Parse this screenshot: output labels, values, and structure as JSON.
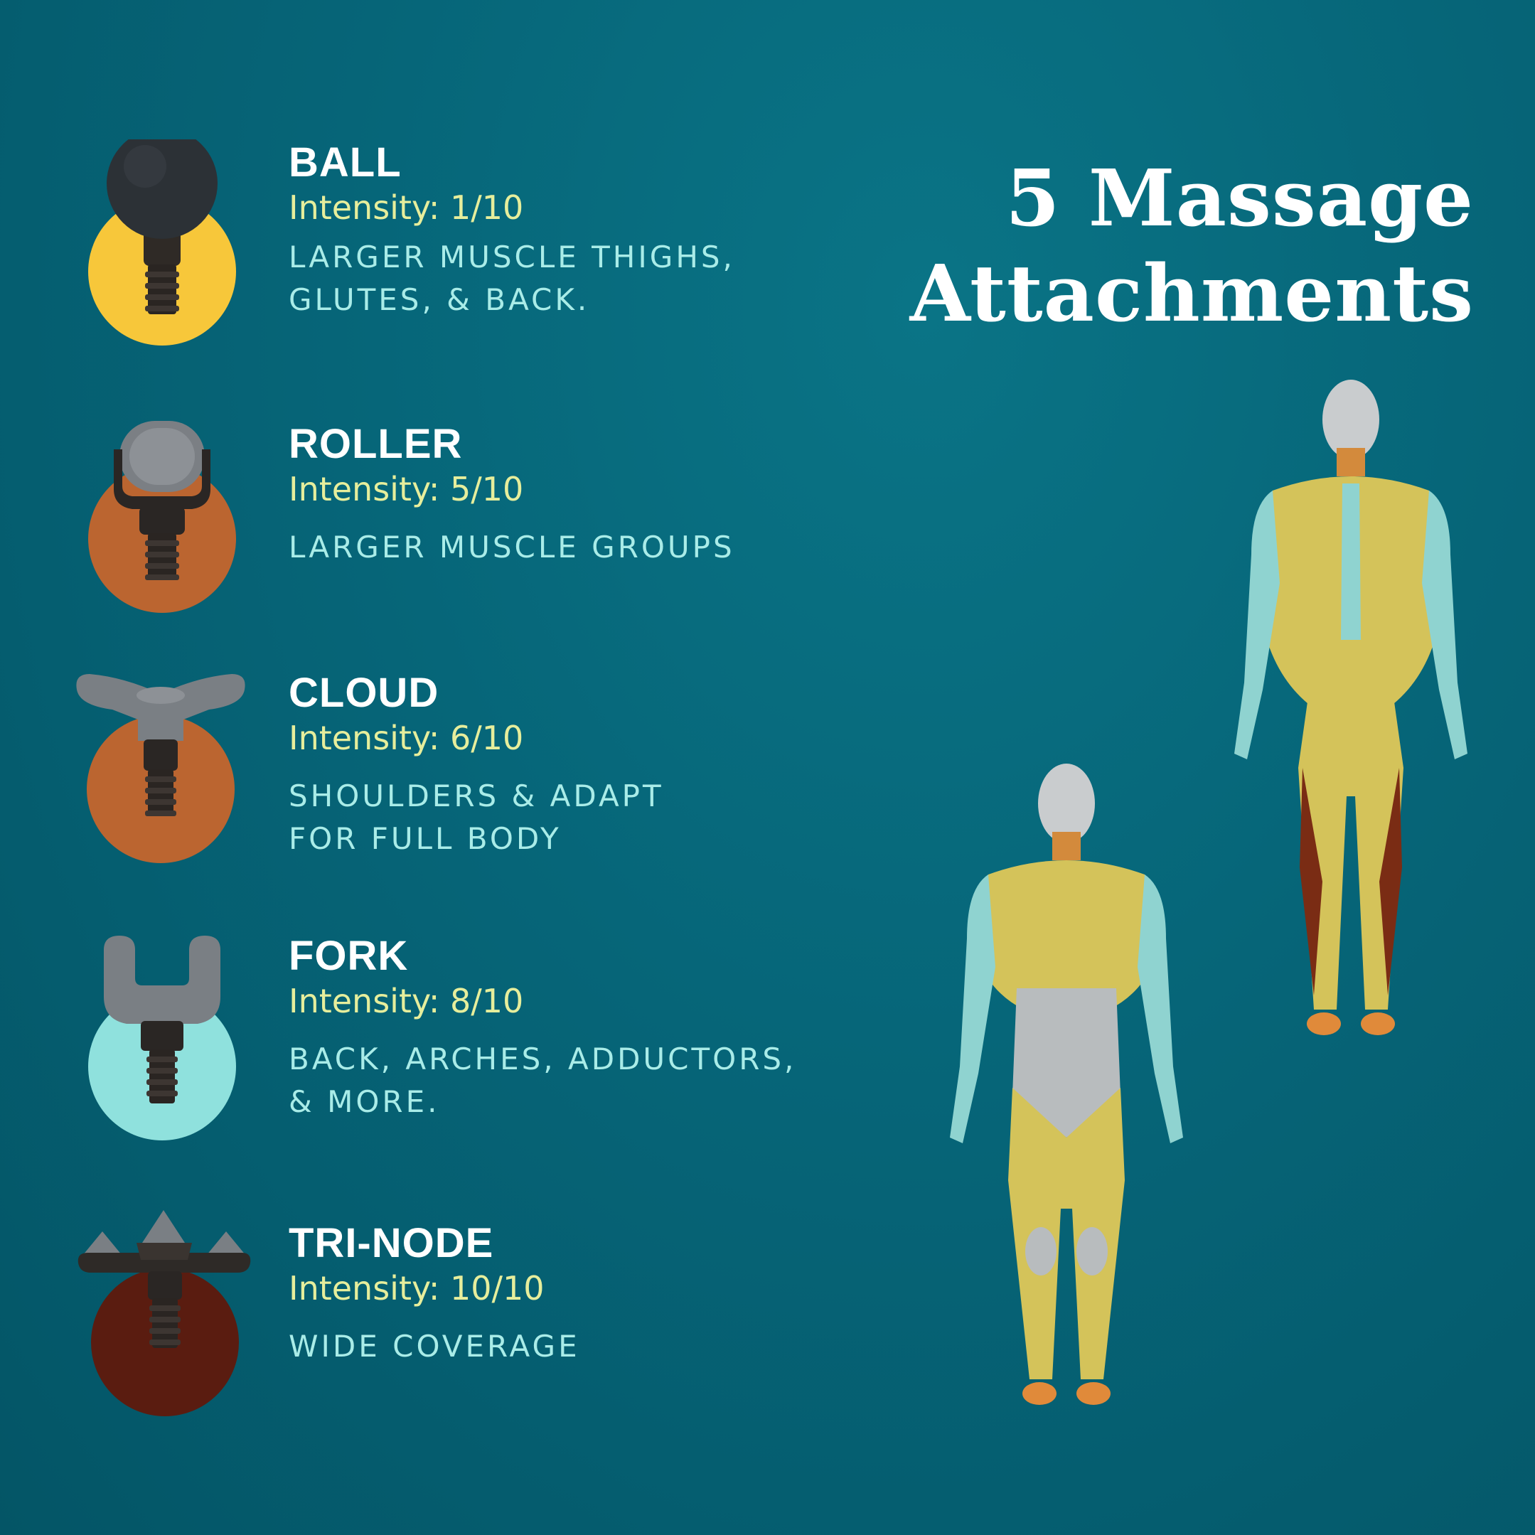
{
  "title": {
    "line1": "5 Massage",
    "line2": "Attachments"
  },
  "attachments": [
    {
      "name": "BALL",
      "intensity": "Intensity: 1/10",
      "description": "LARGER MUSCLE THIGHS,\nGLUTES, & BACK.",
      "circle_color": "#f7c73a",
      "icon": "ball-attachment-icon"
    },
    {
      "name": "ROLLER",
      "intensity": "Intensity: 5/10",
      "description": "LARGER MUSCLE GROUPS",
      "circle_color": "#bb6530",
      "icon": "roller-attachment-icon"
    },
    {
      "name": "CLOUD",
      "intensity": "Intensity: 6/10",
      "description": "SHOULDERS & ADAPT\nFOR FULL BODY",
      "circle_color": "#bb6530",
      "icon": "cloud-attachment-icon"
    },
    {
      "name": "FORK",
      "intensity": "Intensity: 8/10",
      "description": "BACK, ARCHES, ADDUCTORS,\n& MORE.",
      "circle_color": "#8fe1dd",
      "icon": "fork-attachment-icon"
    },
    {
      "name": "TRI-NODE",
      "intensity": "Intensity: 10/10",
      "description": "WIDE COVERAGE",
      "circle_color": "#5a1c10",
      "icon": "tri-node-attachment-icon"
    }
  ],
  "colors": {
    "background": "#066578",
    "title": "#ffffff",
    "name": "#ffffff",
    "intensity": "#e6ee9c",
    "description": "#a9ece8"
  }
}
